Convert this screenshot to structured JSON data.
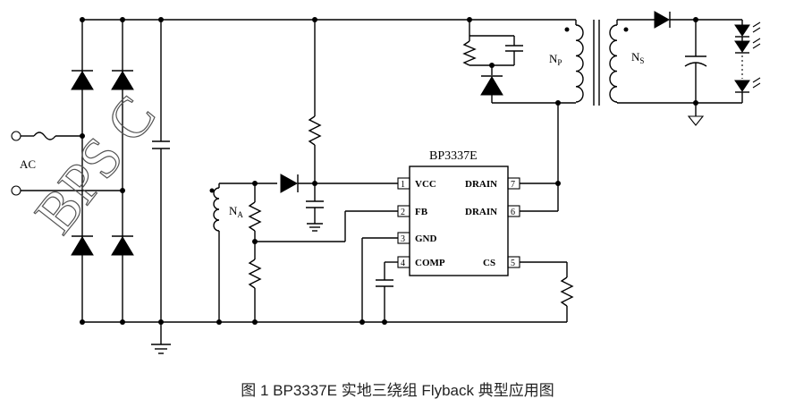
{
  "caption": "图 1 BP3337E 实地三绕组 Flyback 典型应用图",
  "watermark": "BPS C",
  "ic": {
    "name": "BP3337E",
    "pins": [
      {
        "num": "1",
        "name": "VCC"
      },
      {
        "num": "2",
        "name": "FB"
      },
      {
        "num": "3",
        "name": "GND"
      },
      {
        "num": "4",
        "name": "COMP"
      },
      {
        "num": "7",
        "name": "DRAIN"
      },
      {
        "num": "6",
        "name": "DRAIN"
      },
      {
        "num": "5",
        "name": "CS"
      }
    ]
  },
  "labels": {
    "ac": "AC",
    "np_main": "N",
    "np_sub": "P",
    "ns_main": "N",
    "ns_sub": "S",
    "na_main": "N",
    "na_sub": "A"
  }
}
